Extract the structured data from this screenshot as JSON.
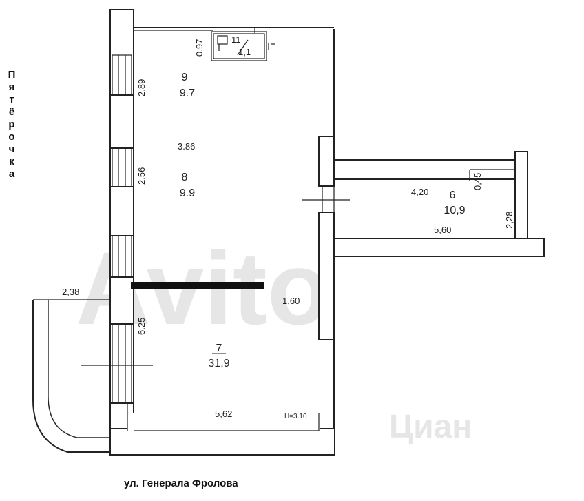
{
  "side_label": "Пятёрочка",
  "street_label": "ул. Генерала Фролова",
  "watermarks": [
    "Avito",
    "Циан"
  ],
  "ceiling_height": "H=3.10",
  "rooms": {
    "r9": {
      "number": "9",
      "area": "9.7"
    },
    "r8": {
      "number": "8",
      "area": "9.9"
    },
    "r7": {
      "number": "7",
      "area": "31,9"
    },
    "r6": {
      "number": "6",
      "area": "10,9"
    },
    "r11": {
      "number": "11",
      "area": "1,1"
    }
  },
  "dimensions": {
    "d097": "0.97",
    "d289": "2.89",
    "d386": "3.86",
    "d256": "2.56",
    "d238": "2,38",
    "d625": "6.25",
    "d160": "1,60",
    "d562": "5,62",
    "d420": "4,20",
    "d045": "0,45",
    "d228": "2,28",
    "d560": "5,60"
  }
}
